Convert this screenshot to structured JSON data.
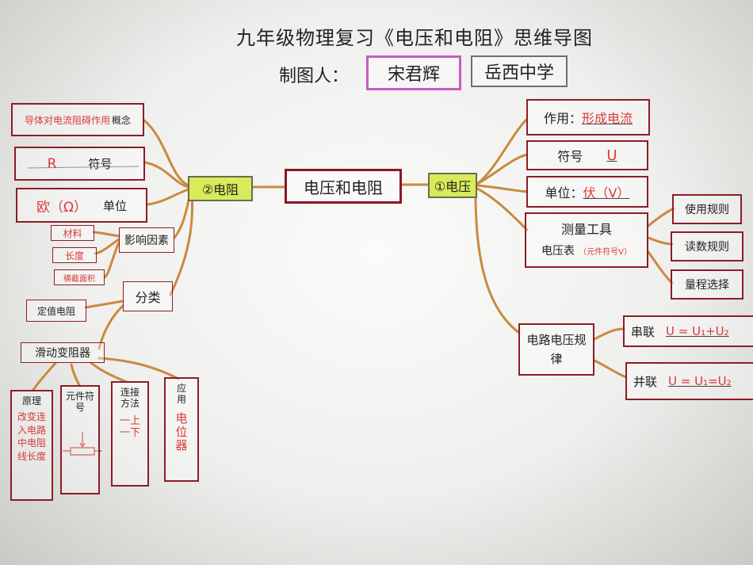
{
  "title": "九年级物理复习《电压和电阻》思维导图",
  "author": {
    "label": "制图人：",
    "name": "宋君辉",
    "school": "岳西中学"
  },
  "center": "电压和电阻",
  "resistance": {
    "node": "②电阻",
    "concept": {
      "lead": "导体对电流阻碍作用",
      "tail": "概念"
    },
    "symbol": {
      "value": "R",
      "label": "符号"
    },
    "unit": {
      "value": "欧（Ω）",
      "label": "单位"
    },
    "factors": {
      "label": "影响因素",
      "items": [
        "材料",
        "长度",
        "横截面积"
      ]
    },
    "classify": "分类",
    "fixed": "定值电阻",
    "rheostat": "滑动变阻器",
    "details": [
      {
        "label": "原理",
        "value": "改变连入电路中电阻线长度"
      },
      {
        "label": "元件符号",
        "value": ""
      },
      {
        "label": "连接方法",
        "value": "一上一下"
      },
      {
        "label": "应用",
        "value": "电位器"
      }
    ]
  },
  "voltage": {
    "node": "①电压",
    "role": {
      "label": "作用：",
      "value": "形成电流"
    },
    "symbol": {
      "label": "符号",
      "value": "U"
    },
    "unit": {
      "label": "单位：",
      "value": "伏（V）"
    },
    "tool": {
      "label": "测量工具",
      "value_a": "电压表",
      "value_b": "（元件符号V）"
    },
    "rules": [
      "使用规则",
      "读数规则",
      "量程选择"
    ],
    "circuit": {
      "label": "电路电压规律",
      "series_label": "串联",
      "series_value": "U = U₁+U₂",
      "parallel_label": "并联",
      "parallel_value": "U = U₁=U₂"
    }
  },
  "colors": {
    "frame": "#8c1d26",
    "node": "#d8ec5a",
    "link": "#c98a3e",
    "ink_red": "#d93a3a",
    "tag": "#c75cbf"
  }
}
